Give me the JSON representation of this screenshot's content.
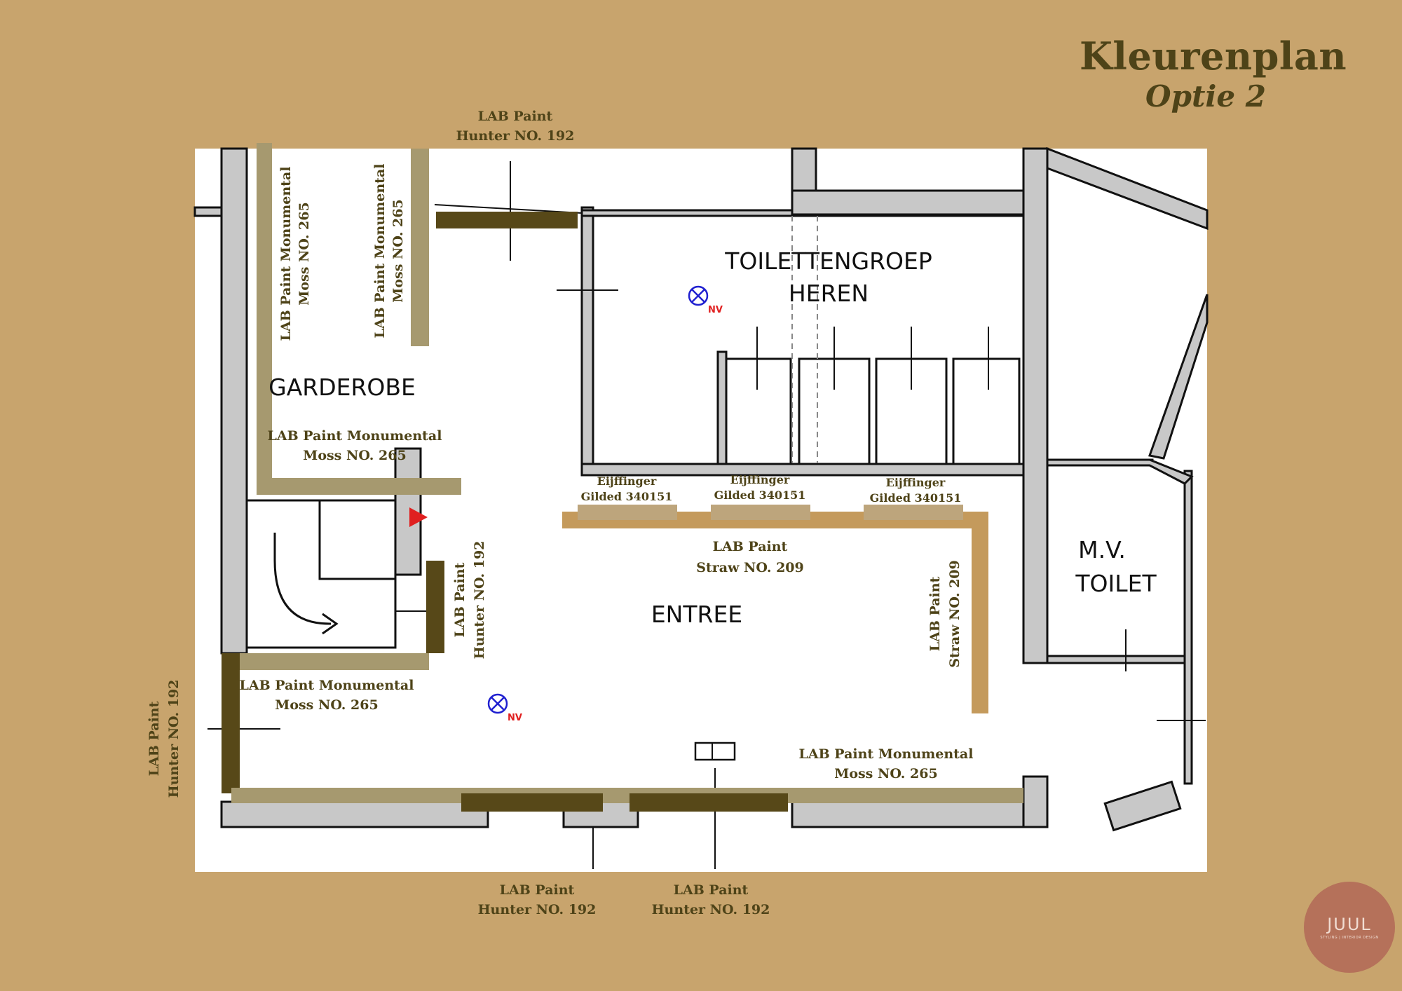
{
  "title": {
    "main": "Kleurenplan",
    "sub": "Optie 2"
  },
  "rooms": {
    "toilettengroep_line1": "TOILETTENGROEP",
    "toilettengroep_line2": "HEREN",
    "garderobe": "GARDEROBE",
    "entree": "ENTREE",
    "mv_line1": "M.V.",
    "mv_line2": "TOILET"
  },
  "symbol_labels": {
    "nv": "NV"
  },
  "paints": {
    "hunter": {
      "line1": "LAB Paint",
      "line2": "Hunter NO. 192",
      "color": "#574818"
    },
    "moss": {
      "line1": "LAB Paint Monumental",
      "line2": "Moss NO. 265",
      "color": "#a6996f"
    },
    "straw": {
      "line1": "LAB Paint",
      "line2": "Straw NO. 209",
      "color": "#c49a5c"
    },
    "wallpaper": {
      "line1": "Eijffinger",
      "line2": "Gilded 340151",
      "color": "#bda57c"
    }
  },
  "colors": {
    "background": "#c8a46d",
    "text": "#4e4318",
    "wall": "#c8c8c8",
    "logo": "#b5715a"
  },
  "logo": {
    "text": "JUUL",
    "tagline": "STYLING | INTERIOR DESIGN"
  }
}
